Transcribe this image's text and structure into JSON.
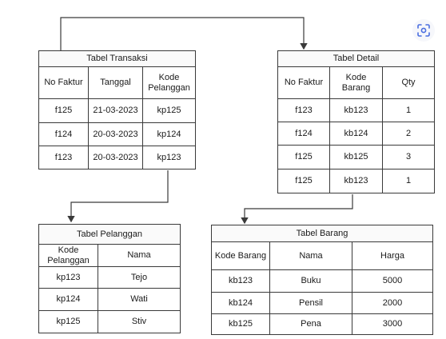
{
  "tables": {
    "transaksi": {
      "title": "Tabel Transaksi",
      "headers": [
        "No Faktur",
        "Tanggal",
        "Kode\nPelanggan"
      ],
      "rows": [
        [
          "f125",
          "21-03-2023",
          "kp125"
        ],
        [
          "f124",
          "20-03-2023",
          "kp124"
        ],
        [
          "f123",
          "20-03-2023",
          "kp123"
        ]
      ]
    },
    "detail": {
      "title": "Tabel Detail",
      "headers": [
        "No Faktur",
        "Kode Barang",
        "Qty"
      ],
      "rows": [
        [
          "f123",
          "kb123",
          "1"
        ],
        [
          "f124",
          "kb124",
          "2"
        ],
        [
          "f125",
          "kb125",
          "3"
        ],
        [
          "f125",
          "kb123",
          "1"
        ]
      ]
    },
    "pelanggan": {
      "title": "Tabel Pelanggan",
      "headers": [
        "Kode\nPelanggan",
        "Nama"
      ],
      "rows": [
        [
          "kp123",
          "Tejo"
        ],
        [
          "kp124",
          "Wati"
        ],
        [
          "kp125",
          "Stiv"
        ]
      ]
    },
    "barang": {
      "title": "Tabel Barang",
      "headers": [
        "Kode Barang",
        "Nama",
        "Harga"
      ],
      "rows": [
        [
          "kb123",
          "Buku",
          "5000"
        ],
        [
          "kb124",
          "Pensil",
          "2000"
        ],
        [
          "kb125",
          "Pena",
          "3000"
        ]
      ]
    }
  },
  "colors": {
    "line": "#3a3a3a",
    "border": "#3a3a3a",
    "icon": "#4a6ee0"
  },
  "toolbar": {
    "icon": "lens-scan-icon"
  }
}
